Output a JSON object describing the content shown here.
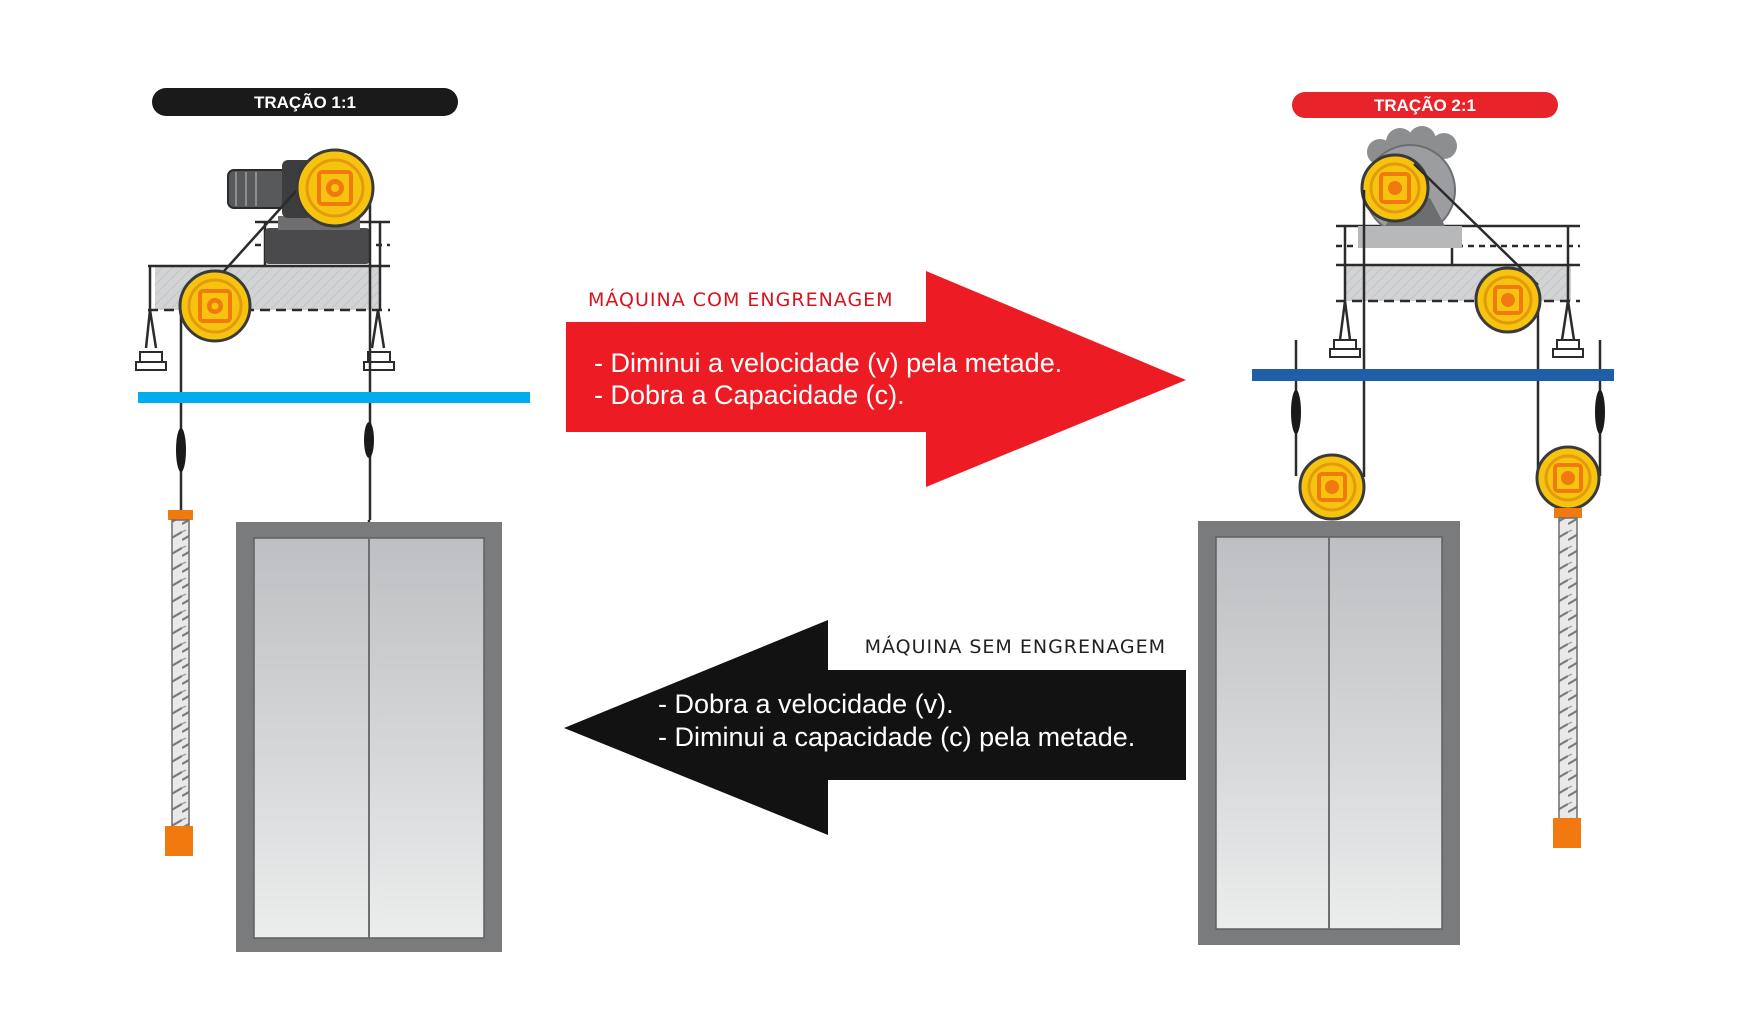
{
  "colors": {
    "title_left_bg": "#1a1a1a",
    "title_right_bg": "#e8232a",
    "slab_left": "#00aeef",
    "slab_right": "#1f5fa8",
    "arrow_red": "#ed1c24",
    "arrow_black": "#121212",
    "arrow_red_title": "#d8131b",
    "arrow_black_title": "#222222",
    "sheave_fill": "#f6c40f",
    "sheave_detail": "#f07a10",
    "counterweight_top": "#f07a10",
    "door_panel": "#c9cacc",
    "cabin_frame": "#7a7b7d"
  },
  "left": {
    "title": "TRAÇÃO 1:1",
    "icons": [
      "machine-motor-icon",
      "traction-sheave-icon",
      "deflector-sheave-icon",
      "counterweight-icon",
      "elevator-cabin-icon"
    ]
  },
  "right": {
    "title": "TRAÇÃO 2:1",
    "icons": [
      "machine-gearless-icon",
      "traction-sheave-icon",
      "deflector-sheave-icon",
      "car-pulley-icon",
      "counterweight-pulley-icon",
      "counterweight-icon",
      "elevator-cabin-icon"
    ]
  },
  "arrow_right": {
    "title": "MÁQUINA COM ENGRENAGEM",
    "lines": [
      "- Diminui a velocidade (v) pela metade.",
      "- Dobra a Capacidade (c)."
    ]
  },
  "arrow_left": {
    "title": "MÁQUINA SEM ENGRENAGEM",
    "lines": [
      "- Dobra a velocidade (v).",
      "- Diminui a capacidade (c) pela metade."
    ]
  }
}
